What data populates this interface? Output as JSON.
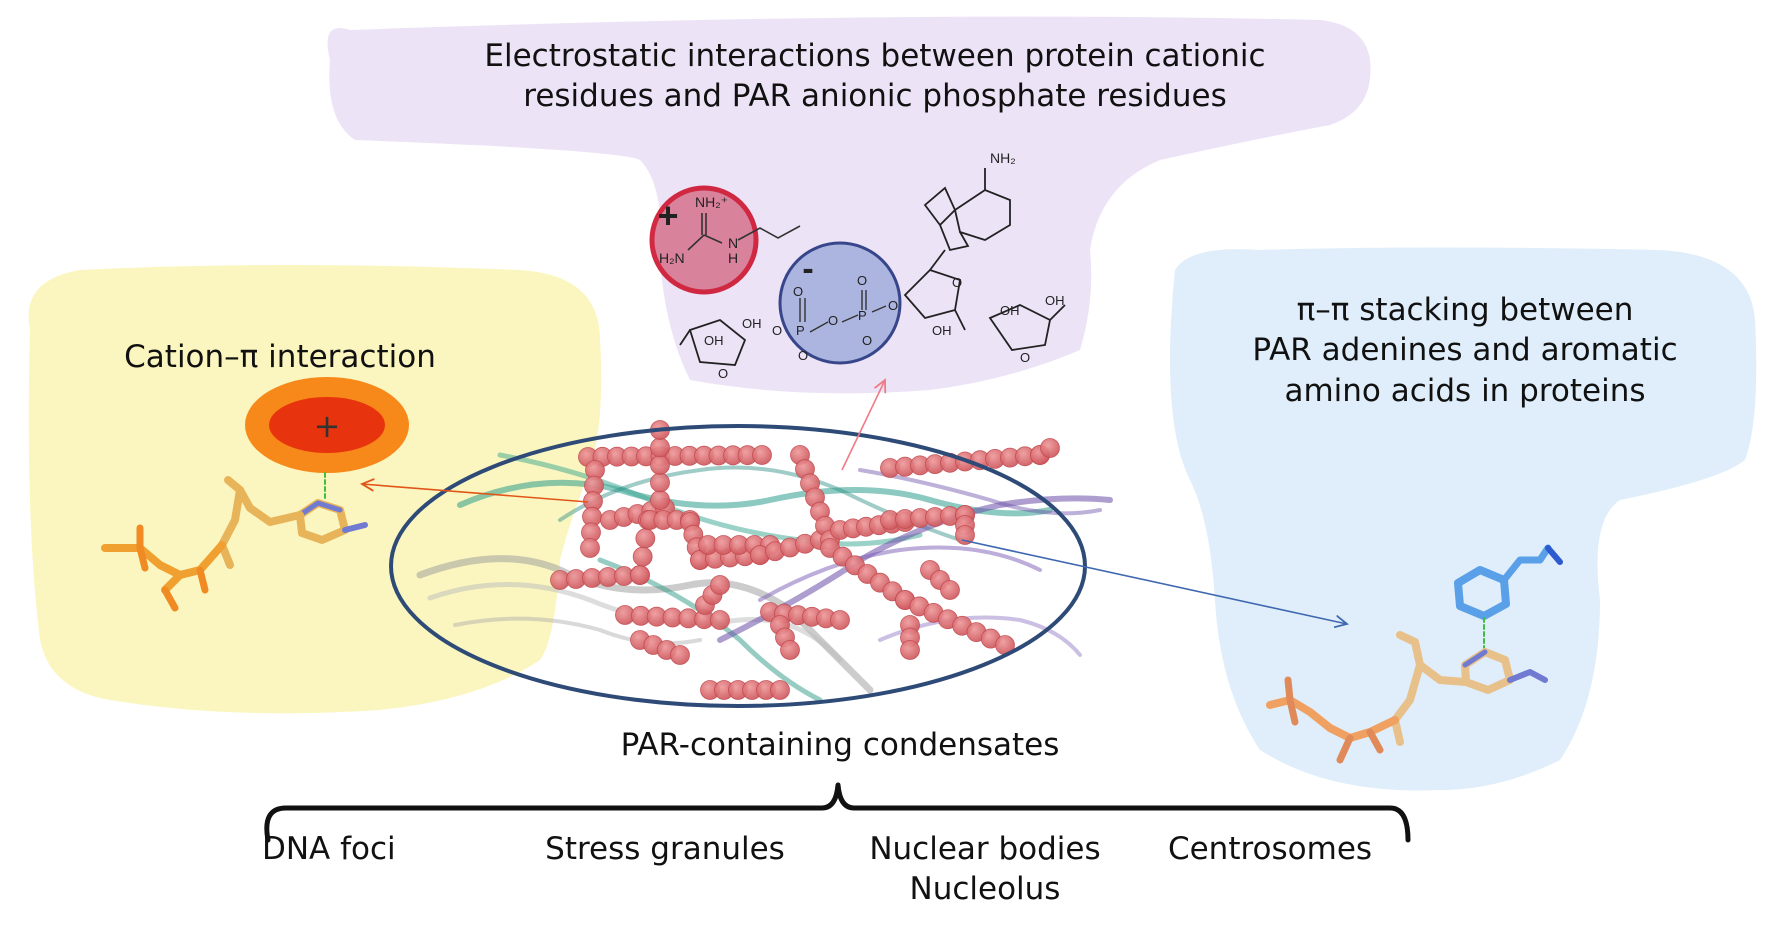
{
  "top_panel": {
    "title_line1": "Electrostatic interactions between protein cationic",
    "title_line2": "residues and PAR anionic phosphate residues",
    "cation_sign": "+",
    "anion_sign": "-",
    "guanidinium_labels": [
      "NH₂⁺",
      "N",
      "H",
      "H₂N"
    ],
    "adenine_label": "NH₂",
    "phosphate_labels": [
      "O",
      "P",
      "O",
      "O",
      "O",
      "P",
      "O",
      "O",
      "O"
    ],
    "sugar_labels": [
      "OH",
      "OH",
      "OH",
      "OH",
      "OH",
      "O",
      "O",
      "O"
    ]
  },
  "left_panel": {
    "title": "Cation–π interaction",
    "cation_sign": "+"
  },
  "right_panel": {
    "title_line1": "π–π stacking between",
    "title_line2": "PAR adenines and aromatic",
    "title_line3": "amino acids in proteins"
  },
  "center": {
    "caption": "PAR-containing condensates"
  },
  "condensate_types": {
    "dna_foci": "DNA foci",
    "stress_granules": "Stress granules",
    "nuclear_bodies": "Nuclear bodies",
    "nucleolus": "Nucleolus",
    "centrosomes": "Centrosomes"
  },
  "colors": {
    "top_bg": "#ece3f7",
    "left_bg": "#fbf6bf",
    "right_bg": "#dfeefa",
    "ellipse_stroke": "#2e4a77",
    "par_bead": "#d9666a",
    "cation_circle": "#d97d97",
    "anion_circle": "#a9b3de",
    "orange_outer": "#f7891a",
    "orange_inner": "#e8340e",
    "arrow_orange": "#e0561a",
    "arrow_pink": "#f07a85",
    "arrow_blue": "#3f68b0"
  }
}
